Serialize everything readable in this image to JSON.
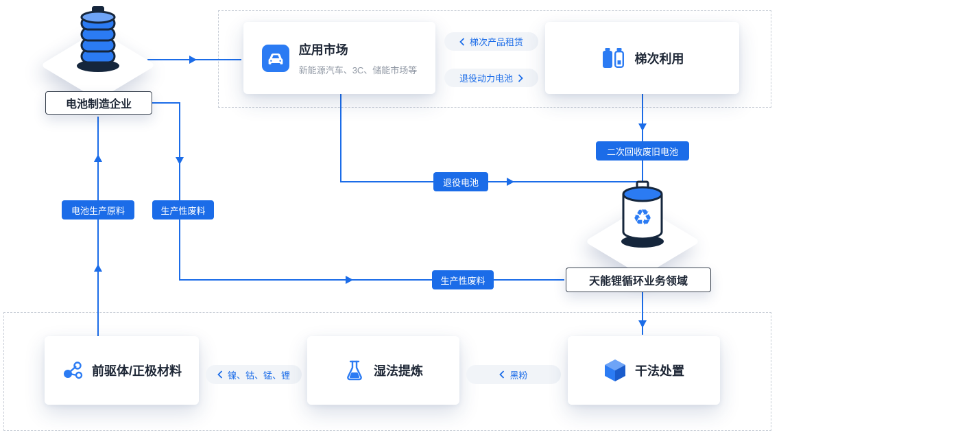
{
  "colors": {
    "accent_blue": "#1b6ce8",
    "icon_blue": "#2b7bf3",
    "dark_navy": "#15263c",
    "title_text": "#1e2736",
    "subtitle_text": "#8f97a3",
    "dashed_border": "#c6ccd5"
  },
  "manufacturer": {
    "label": "电池制造企业",
    "icon": "battery-stack-icon"
  },
  "top_section": {
    "app_market": {
      "title": "应用市场",
      "subtitle": "新能源汽车、3C、储能市场等",
      "icon": "ev-car-icon"
    },
    "cascade_use": {
      "title": "梯次利用",
      "icon": "battery-cells-icon"
    },
    "pill_lease": "梯次产品租赁",
    "pill_retired_power": "退役动力电池"
  },
  "recycle_hub": {
    "label": "天能锂循环业务领域",
    "icon": "recycle-battery-icon"
  },
  "bottom_section": {
    "precursor": {
      "title": "前驱体/正极材料",
      "icon": "molecule-icon"
    },
    "wet_refine": {
      "title": "湿法提炼",
      "icon": "flask-icon"
    },
    "dry_process": {
      "title": "干法处置",
      "icon": "cube-icon"
    },
    "pill_metals": "镍、钴、锰、锂",
    "pill_black_powder": "黑粉"
  },
  "edge_labels": {
    "battery_raw_material": "电池生产原料",
    "production_waste_left": "生产性废料",
    "production_waste_mid": "生产性废料",
    "retired_battery": "退役电池",
    "secondary_recycled": "二次回收废旧电池"
  }
}
